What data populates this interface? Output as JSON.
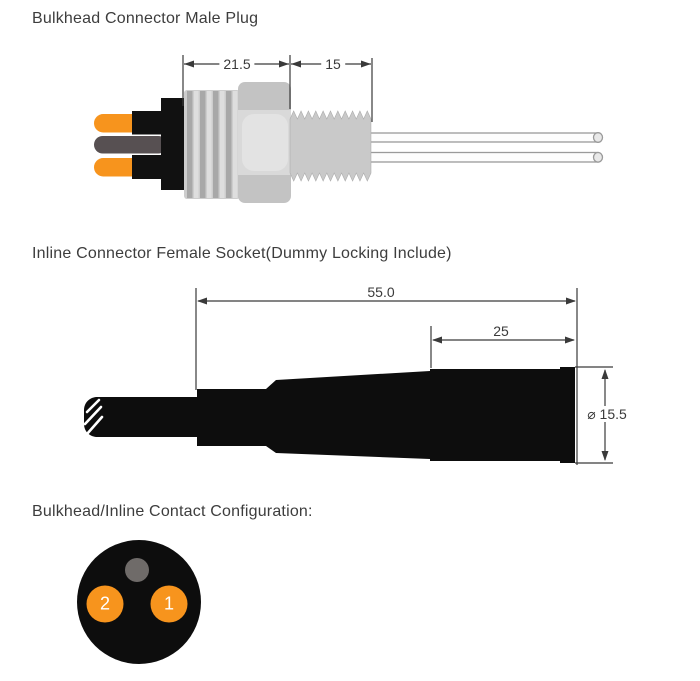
{
  "page": {
    "background": "#ffffff"
  },
  "colors": {
    "accent_orange": "#F7941D",
    "pin_gray": "#575052",
    "drawing_black": "#0D0D0D",
    "metal_gray": "#C6C6C6",
    "keyway_gray": "#6F6B69",
    "dim_line": "#3A3A3A",
    "title_text": "#3D3D3D"
  },
  "sections": {
    "male_plug": {
      "title": "Bulkhead Connector Male Plug",
      "dim_body_length": "21.5",
      "dim_thread_length": "15"
    },
    "female_socket": {
      "title": "Inline Connector Female Socket(Dummy Locking Include)",
      "dim_overall_length": "55.0",
      "dim_grip_length": "25",
      "dim_diameter": "⌀ 15.5"
    },
    "contact_config": {
      "title": "Bulkhead/Inline Contact Configuration:",
      "contacts": [
        {
          "label": "2",
          "color": "#F7941D"
        },
        {
          "label": "1",
          "color": "#F7941D"
        }
      ]
    }
  }
}
